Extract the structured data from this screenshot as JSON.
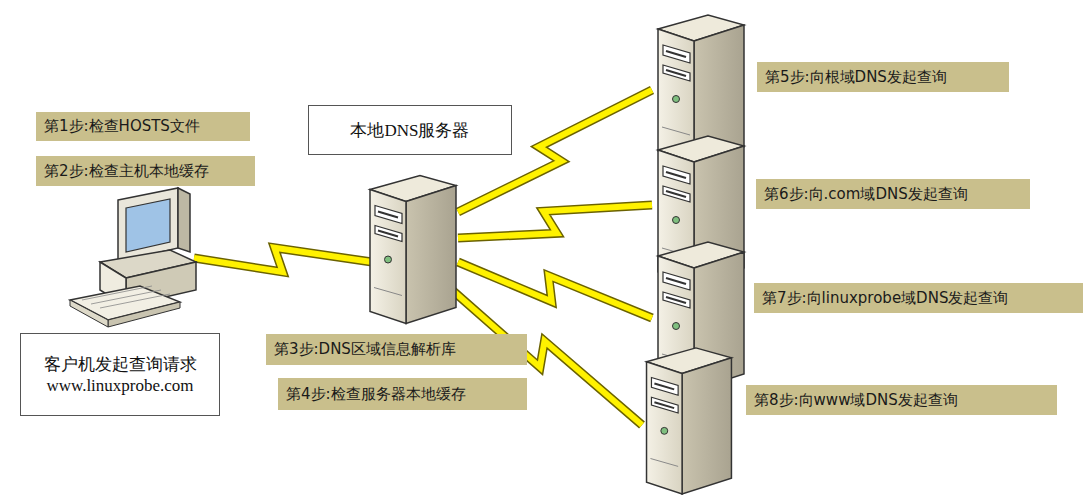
{
  "diagram": {
    "nodes": [
      {
        "text": [
          "第1步:检查HOSTS文件"
        ]
      },
      {
        "text": [
          "第2步:检查主机本地缓存"
        ]
      },
      {
        "text": [
          "本地DNS服务器"
        ]
      },
      {
        "text": [
          "客户机发起查询请求 www.linuxprobe.com"
        ]
      },
      {
        "text": [
          "第3步:DNS区域信息解析库"
        ]
      },
      {
        "text": [
          "第4步:检查服务器本地缓存"
        ]
      },
      {
        "text": [
          "第5步:向根域DNS发起查询"
        ]
      },
      {
        "text": [
          "第6步:向.com域DNS发起查询"
        ]
      },
      {
        "text": [
          "第7步:向linuxprobe域DNS发起查询"
        ]
      },
      {
        "text": [
          "第8步:向www域DNS发起查询"
        ]
      }
    ]
  }
}
